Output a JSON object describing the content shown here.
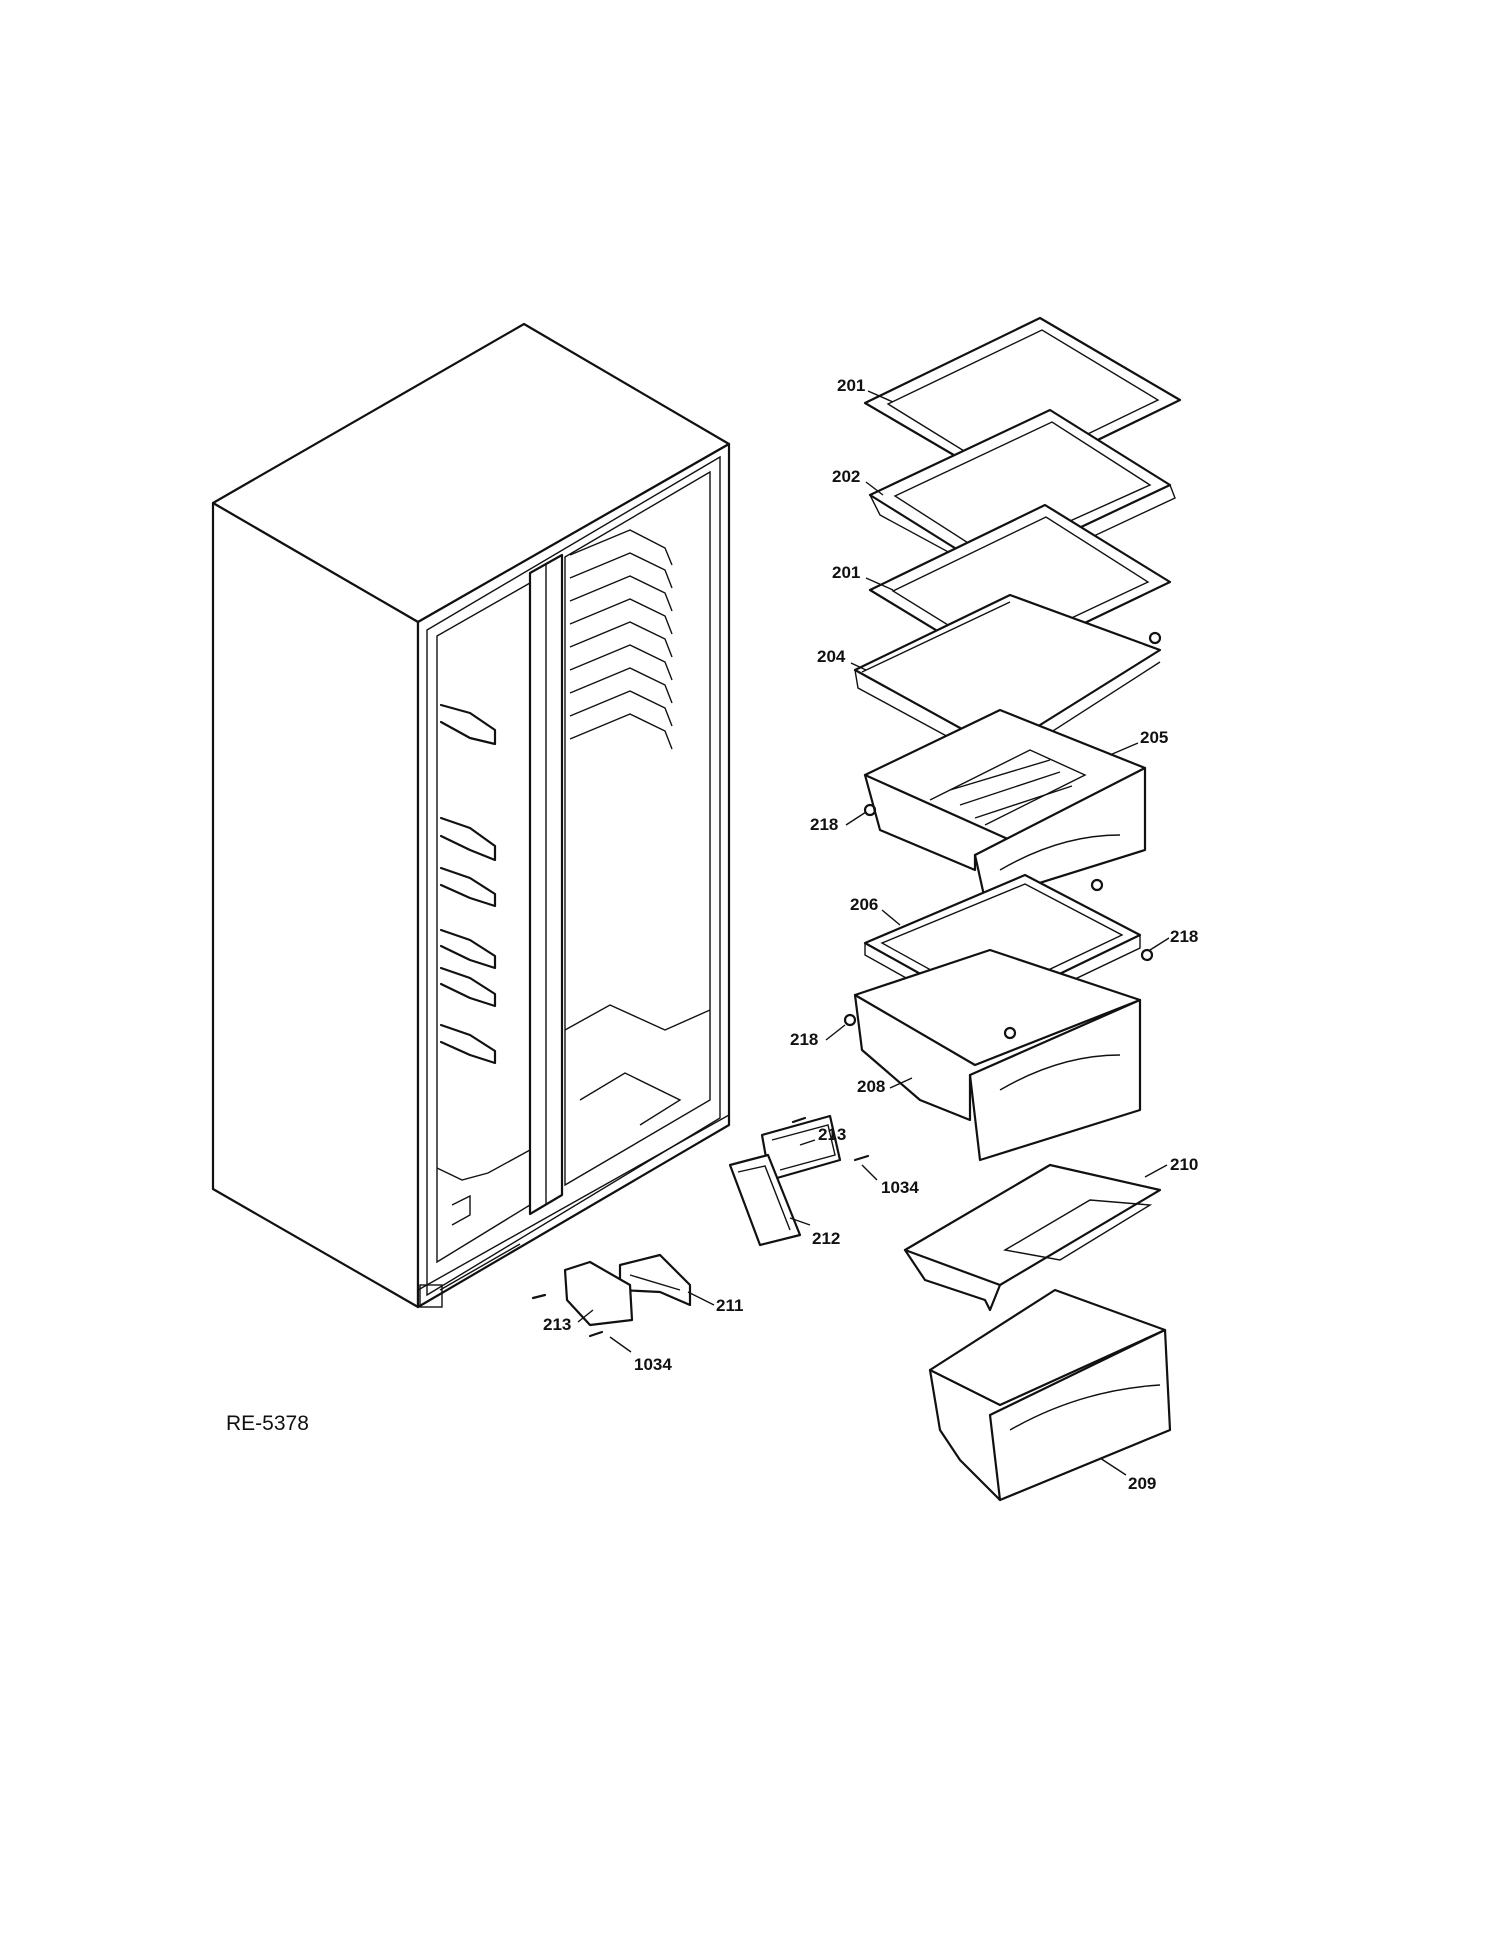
{
  "drawing_code": "RE-5378",
  "callouts": [
    {
      "id": "c201a",
      "text": "201"
    },
    {
      "id": "c202",
      "text": "202"
    },
    {
      "id": "c201b",
      "text": "201"
    },
    {
      "id": "c204",
      "text": "204"
    },
    {
      "id": "c205",
      "text": "205"
    },
    {
      "id": "c218a",
      "text": "218"
    },
    {
      "id": "c206",
      "text": "206"
    },
    {
      "id": "c218b",
      "text": "218"
    },
    {
      "id": "c218c",
      "text": "218"
    },
    {
      "id": "c208",
      "text": "208"
    },
    {
      "id": "c213a",
      "text": "213"
    },
    {
      "id": "c1034a",
      "text": "1034"
    },
    {
      "id": "c212",
      "text": "212"
    },
    {
      "id": "c210",
      "text": "210"
    },
    {
      "id": "c211",
      "text": "211"
    },
    {
      "id": "c213b",
      "text": "213"
    },
    {
      "id": "c1034b",
      "text": "1034"
    },
    {
      "id": "c209",
      "text": "209"
    }
  ]
}
